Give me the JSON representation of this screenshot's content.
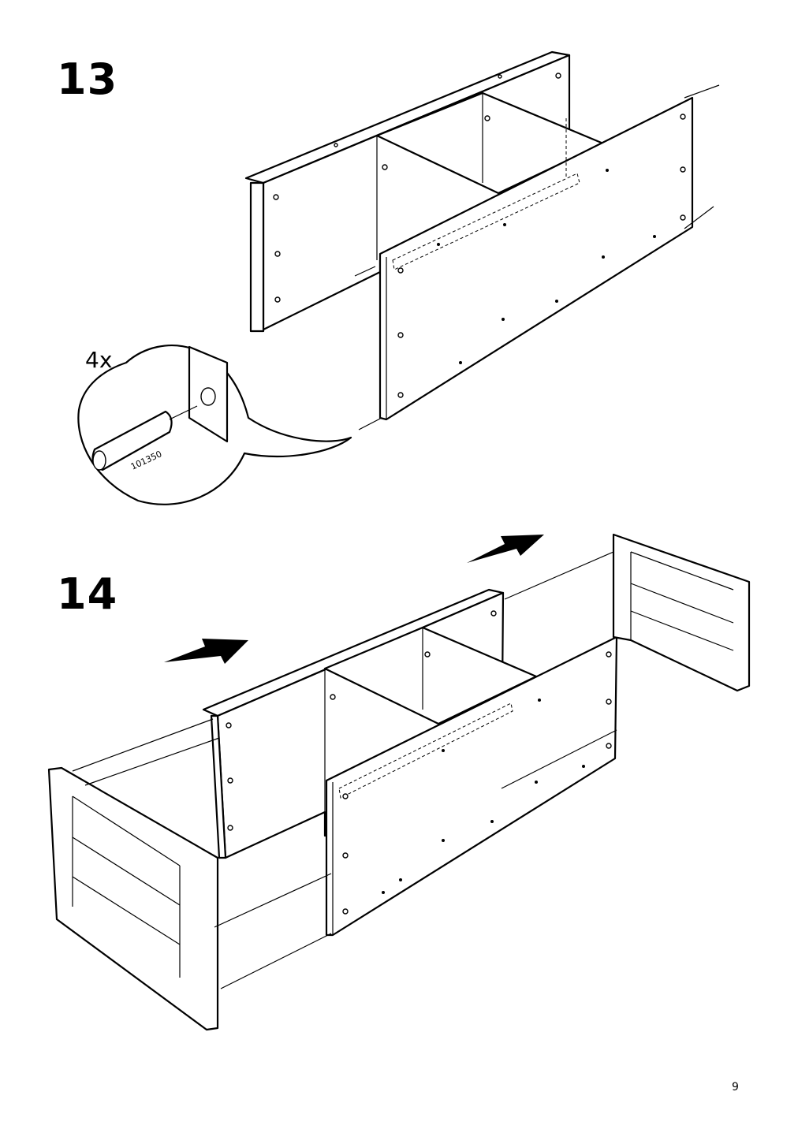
{
  "steps": [
    {
      "number": "13"
    },
    {
      "number": "14"
    }
  ],
  "detail": {
    "quantity": "4x",
    "part_number": "101350"
  },
  "page": {
    "number": "9"
  }
}
